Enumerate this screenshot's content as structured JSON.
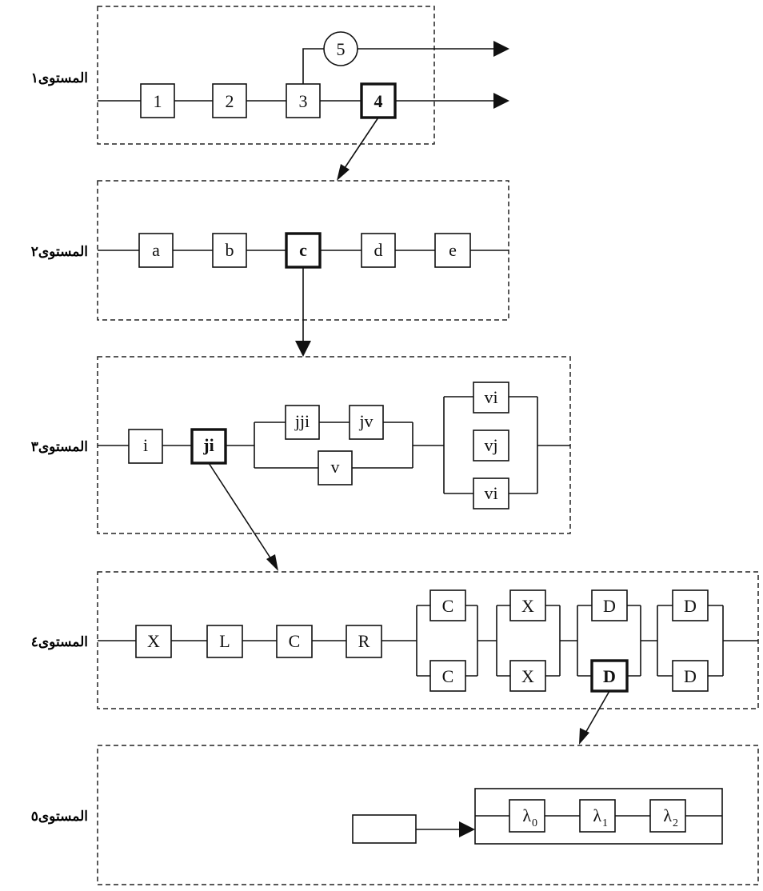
{
  "levels": [
    "المستوى١",
    "المستوى٢",
    "المستوى٣",
    "المستوى٤",
    "المستوى٥"
  ],
  "level1": {
    "blocks": [
      "1",
      "2",
      "3",
      "4"
    ],
    "node": "5"
  },
  "level2": {
    "blocks": [
      "a",
      "b",
      "c",
      "d",
      "e"
    ]
  },
  "level3": {
    "series": [
      "i",
      "ji"
    ],
    "parallel_a_top": [
      "jji",
      "jv"
    ],
    "parallel_a_bottom": "v",
    "parallel_b": [
      "vi",
      "vj",
      "vi"
    ]
  },
  "level4": {
    "series": [
      "X",
      "L",
      "C",
      "R"
    ],
    "parallel_pairs": [
      [
        "C",
        "C"
      ],
      [
        "X",
        "X"
      ],
      [
        "D",
        "D"
      ],
      [
        "D",
        "D"
      ]
    ]
  },
  "level5": {
    "lambdas": [
      {
        "sym": "λ",
        "sub": "0"
      },
      {
        "sym": "λ",
        "sub": "1"
      },
      {
        "sym": "λ",
        "sub": "2"
      }
    ]
  },
  "colors": {
    "stroke": "#111111",
    "background": "#ffffff"
  }
}
